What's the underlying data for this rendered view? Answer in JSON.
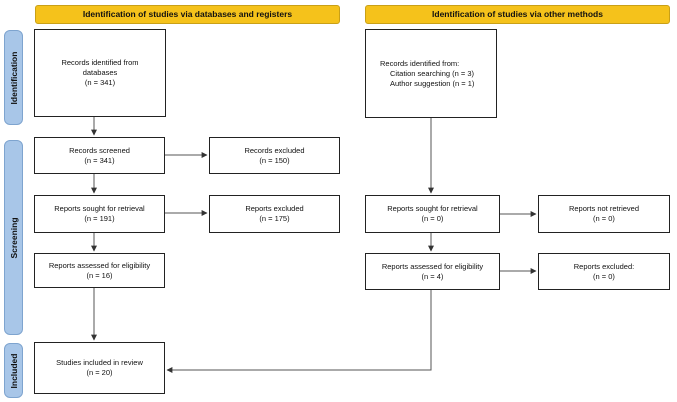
{
  "headers": {
    "databases": "Identification of studies via databases and registers",
    "other": "Identification of studies via other methods"
  },
  "phases": {
    "identification": "Identification",
    "screening": "Screening",
    "included": "Included"
  },
  "left": {
    "identified": {
      "line1": "Records identified from",
      "line2": "databases",
      "count": "(n = 341)"
    },
    "screened": {
      "label": "Records screened",
      "count": "(n = 341)"
    },
    "excluded": {
      "label": "Records excluded",
      "count": "(n = 150)"
    },
    "sought": {
      "label": "Reports sought for retrieval",
      "count": "(n = 191)"
    },
    "reports_excluded": {
      "label": "Reports excluded",
      "count": "(n = 175)"
    },
    "assessed": {
      "label": "Reports assessed for eligibility",
      "count": "(n = 16)"
    },
    "included": {
      "label": "Studies included in review",
      "count": "(n = 20)"
    }
  },
  "right": {
    "identified": {
      "line1": "Records identified from:",
      "line2": "Citation searching (n = 3)",
      "line3": "Author suggestion (n = 1)"
    },
    "sought": {
      "label": "Reports sought for retrieval",
      "count": "(n = 0)"
    },
    "not_retrieved": {
      "label": "Reports not retrieved",
      "count": "(n = 0)"
    },
    "assessed": {
      "label": "Reports assessed for eligibility",
      "count": "(n = 4)"
    },
    "excluded": {
      "label": "Reports excluded:",
      "count": "(n = 0)"
    }
  }
}
